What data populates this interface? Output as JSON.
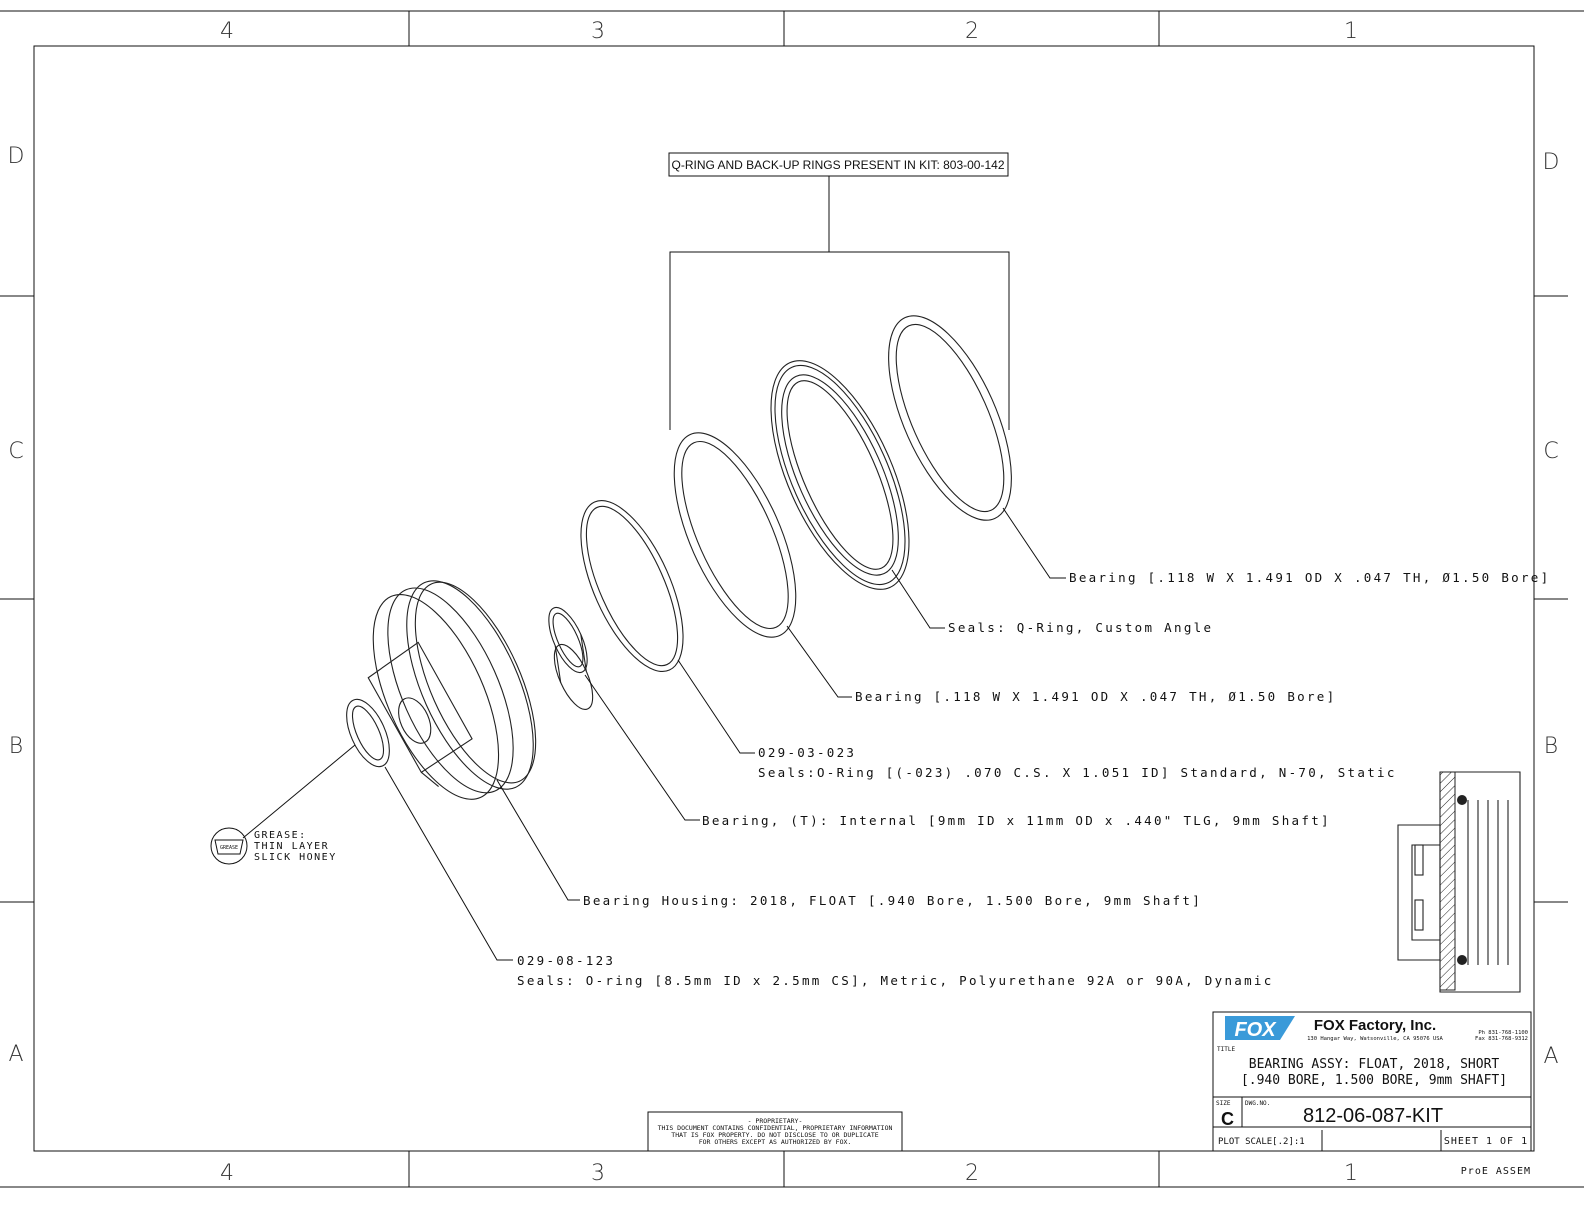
{
  "zones": {
    "columns": [
      "4",
      "3",
      "2",
      "1"
    ],
    "rows": [
      "D",
      "C",
      "B",
      "A"
    ]
  },
  "kit_note": "Q-RING AND BACK-UP RINGS PRESENT IN KIT: 803-00-142",
  "callouts": [
    {
      "line1": "Bearing [.118 W X 1.491 OD X .047 TH, Ø1.50 Bore]"
    },
    {
      "line1": "Seals: Q-Ring, Custom Angle"
    },
    {
      "line1": "Bearing [.118 W X 1.491 OD X .047 TH, Ø1.50 Bore]"
    },
    {
      "line1": "029-03-023",
      "line2": "Seals:O-Ring [(-023) .070 C.S. X 1.051 ID] Standard, N-70, Static"
    },
    {
      "line1": "Bearing, (T): Internal [9mm ID x 11mm OD x .440\" TLG, 9mm Shaft]"
    },
    {
      "line1": "Bearing Housing: 2018, FLOAT [.940 Bore, 1.500 Bore, 9mm Shaft]"
    },
    {
      "line1": "029-08-123",
      "line2": "Seals: O-ring [8.5mm ID x 2.5mm CS], Metric, Polyurethane 92A or 90A, Dynamic"
    }
  ],
  "grease": {
    "symbol_label": "GREASE",
    "lines": [
      "GREASE:",
      "THIN LAYER",
      "SLICK HONEY"
    ]
  },
  "proprietary": [
    "- PROPRIETARY-",
    "THIS DOCUMENT CONTAINS CONFIDENTIAL, PROPRIETARY INFORMATION",
    "THAT IS FOX PROPERTY.  DO NOT DISCLOSE TO OR DUPLICATE",
    "FOR OTHERS EXCEPT AS AUTHORIZED BY FOX."
  ],
  "title_block": {
    "logo_text": "FOX",
    "company": "FOX Factory, Inc.",
    "address": "130 Hangar Way, Watsonville, CA 95076 USA",
    "phone": "Ph 831-768-1100",
    "fax": "Fax 831-768-9312",
    "title_label": "TITLE",
    "title_line1": "BEARING ASSY: FLOAT, 2018, SHORT",
    "title_line2": "[.940 BORE, 1.500 BORE, 9mm SHAFT]",
    "size_label": "SIZE",
    "size": "C",
    "dwg_label": "DWG.NO.",
    "dwg_no": "812-06-087-KIT",
    "plot_scale": "PLOT SCALE[.2]:1",
    "sheet": "SHEET 1 OF 1",
    "software": "ProE ASSEM"
  },
  "colors": {
    "logo": "#3a9ad9",
    "line": "#111111"
  }
}
